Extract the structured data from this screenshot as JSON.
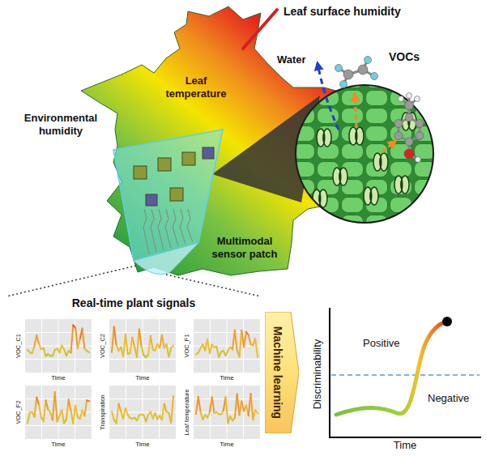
{
  "diagram": {
    "nodes": [
      {
        "text": [
          "Real-time plant signals"
        ]
      },
      {
        "text": [
          "VOC_C1",
          "Time"
        ],
        "in": 0
      },
      {
        "text": [
          "VOC_C2",
          "Time"
        ],
        "in": 0
      },
      {
        "text": [
          "VOC_F1",
          "Time"
        ],
        "in": 0
      },
      {
        "text": [
          "VOC_F2",
          "Time"
        ],
        "in": 0
      },
      {
        "text": [
          "Transpiration",
          "Time"
        ],
        "in": 0
      },
      {
        "text": [
          "Leaf temperature",
          "Time"
        ],
        "in": 0
      },
      {
        "text": [
          "Machine learning"
        ]
      },
      {
        "text": [
          "Discriminability",
          "Positive",
          "Negative",
          "Time"
        ]
      }
    ],
    "labels": [
      "Leaf surface humidity",
      "Leaf temperature",
      "Environmental humidity",
      "Water",
      "VOCs",
      "Multimodal sensor patch"
    ]
  }
}
